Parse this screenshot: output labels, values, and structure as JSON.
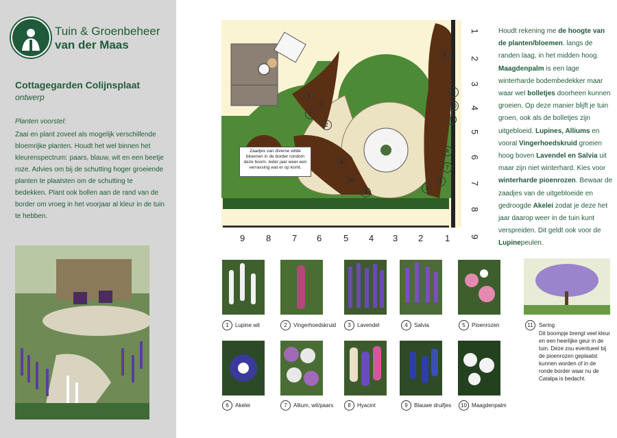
{
  "logo": {
    "line1": "Tuin & Groenbeheer",
    "line2": "van der Maas"
  },
  "title": "Cottagegarden Colijnsplaat",
  "subtitle": "ontwerp",
  "plants_heading": "Planten voorstel:",
  "plants_text": "Zaai en plant zoveel als mogelijk verschillende bloemrijke planten. Houdt het wel binnen het kleurenspectrum: paars, blauw, wit en een beetje roze. Advies om bij de schutting hoger groeiende planten te plaatsten om de schutting te bedekken. Plant ook bollen aan de rand van de border om vroeg in het voorjaar al kleur in de tuin te hebben.",
  "plan_note": "Zaadjes van diverse wilde bloemen in de border rondom deze boom. Ieder jaar weer een verrassing wat er op komt.",
  "right_scale": [
    "1",
    "2",
    "3",
    "4",
    "5",
    "6",
    "7",
    "8",
    "9"
  ],
  "bottom_scale": [
    "9",
    "8",
    "7",
    "6",
    "5",
    "4",
    "3",
    "2",
    "1"
  ],
  "plan_markers": [
    "5",
    "3",
    "1",
    "7",
    "2",
    "6",
    "10",
    "9",
    "6",
    "10",
    "9",
    "4",
    "7",
    "1",
    "2"
  ],
  "desc": {
    "p1": "Houdt rekening me ",
    "b1": "de hoogte van de planten/bloemen",
    "p2": ". langs de randen laag, in het midden hoog. ",
    "b2": "Maagdenpalm",
    "p3": " is een lage winterharde bodembedekker maar waar wel ",
    "b3": "bolletjes",
    "p4": " doorheen kunnen groeien. Op deze manier blijft je tuin groen, ook als de bolletjes zijn uitgebloeid. ",
    "b4": "Lupines, Alliums",
    "p5": " en vooral ",
    "b5": "Vingerhoedskruid",
    "p6": " groeien hoog boven ",
    "b6": "Lavendel en Salvia",
    "p7": " uit maar zijn niet winterhard. Kies voor ",
    "b7": "winterharde pioenrozen",
    "p8": ". Bewaar de zaadjes van de uitgebloeide en gedroogde ",
    "b8": "Akelei",
    "p9": " zodat je deze het jaar daarop weer in de tuin kunt verspreiden. Dit geldt ook voor de ",
    "b9": "Lupine",
    "p10": "peulen."
  },
  "catalog": [
    {
      "num": "1",
      "name": "Lupine wit"
    },
    {
      "num": "2",
      "name": "Vingerhoedskruid"
    },
    {
      "num": "3",
      "name": "Lavendel"
    },
    {
      "num": "4",
      "name": "Salvia"
    },
    {
      "num": "5",
      "name": "Pioenrozen"
    },
    {
      "num": "6",
      "name": "Akelei"
    },
    {
      "num": "7",
      "name": "Allium, wit/paars"
    },
    {
      "num": "8",
      "name": "Hyacint"
    },
    {
      "num": "9",
      "name": "Blauwe druifjes"
    },
    {
      "num": "10",
      "name": "Maagdenpalm"
    }
  ],
  "sering": {
    "num": "11",
    "name": "Sering",
    "note": "Dit boompje brengt veel kleur en een heerlijke geur in de tuin. Deze zou eventueel bij de pioenrozen geplaatst kunnen worden of in de ronde border waar nu de Catalpa is bedacht."
  }
}
